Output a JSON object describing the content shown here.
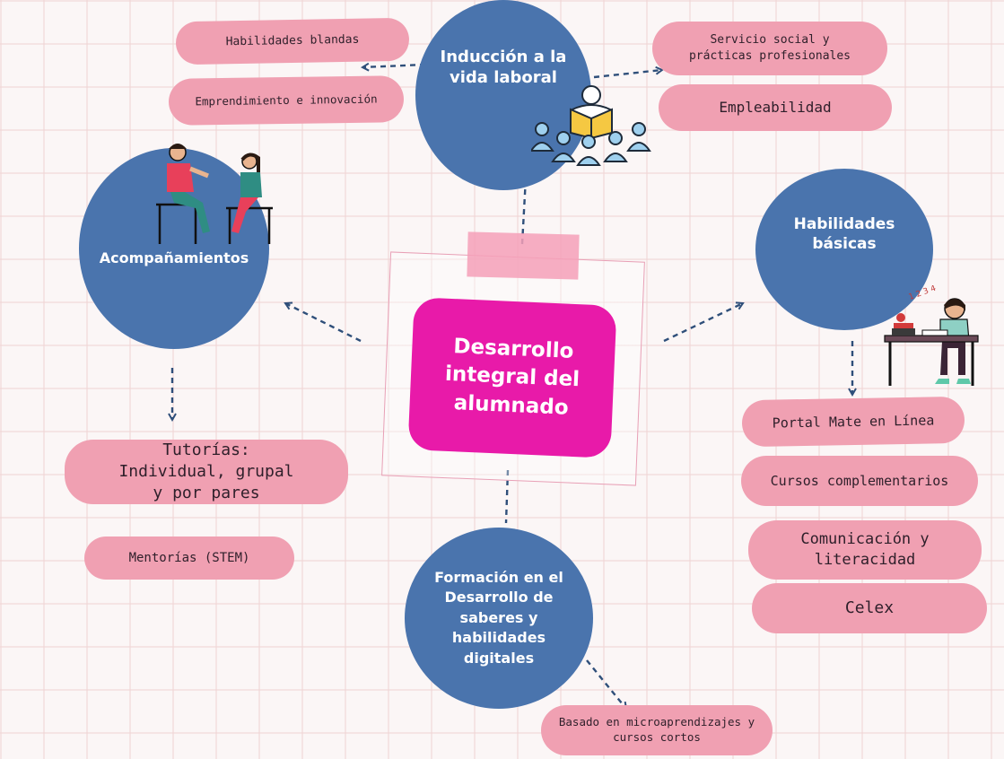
{
  "center": {
    "title": "Desarrollo integral del alumnado"
  },
  "nodes": {
    "induccion": {
      "label": "Inducción a la vida laboral"
    },
    "acompanamientos": {
      "label": "Acompañamientos"
    },
    "habilidades_basicas": {
      "label": "Habilidades básicas"
    },
    "formacion": {
      "label": "Formación en el Desarrollo de saberes y habilidades digitales"
    }
  },
  "pills": {
    "habilidades_blandas": "Habilidades blandas",
    "emprendimiento": "Emprendimiento e innovación",
    "servicio_social": "Servicio social y prácticas profesionales",
    "empleabilidad": "Empleabilidad",
    "tutorias": "Tutorías: Individual, grupal y por pares",
    "mentorias": "Mentorías (STEM)",
    "portal_mate": "Portal Mate en Línea",
    "cursos": "Cursos complementarios",
    "comunicacion": "Comunicación y literacidad",
    "celex": "Celex",
    "microaprendizajes": "Basado en microaprendizajes y cursos cortos"
  },
  "illustration_text": {
    "numbers": "1 2 3 4"
  },
  "icons": [
    "reading-teacher-icon",
    "two-people-talking-icon",
    "student-at-desk-icon"
  ],
  "colors": {
    "circle": "#4a74ad",
    "pill": "#f0a0b2",
    "center": "#e81aa9",
    "arrow": "#2f4f7a"
  }
}
